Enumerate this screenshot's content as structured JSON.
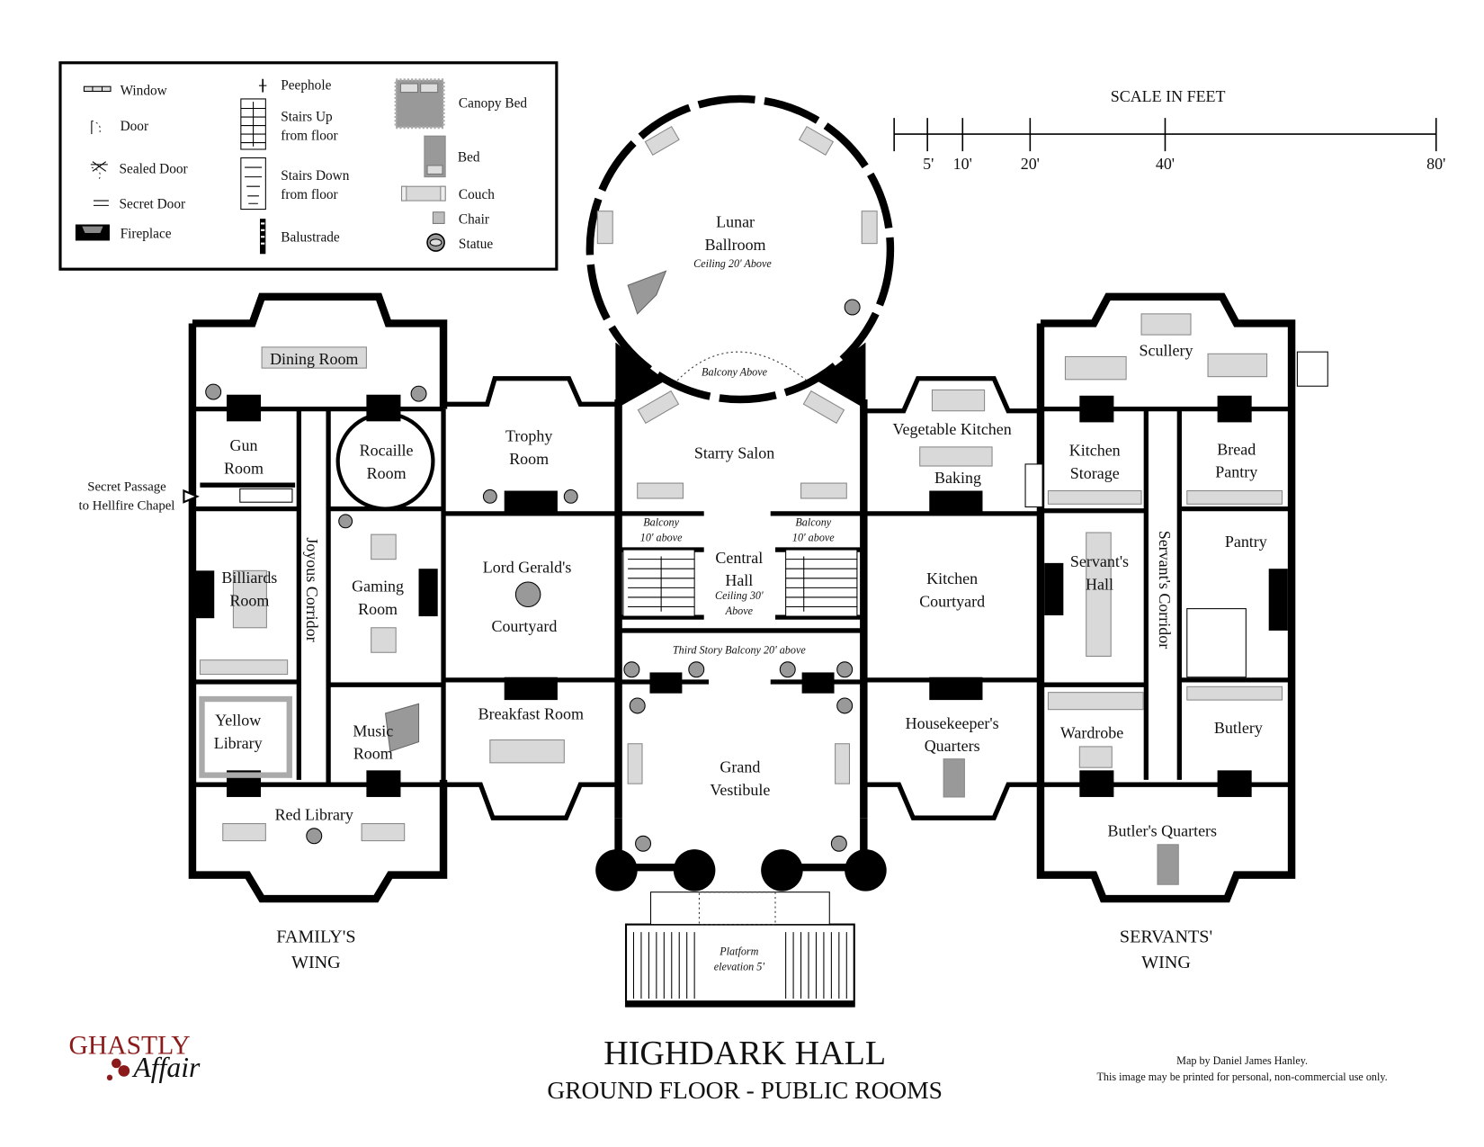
{
  "legend": {
    "items": [
      "Window",
      "Door",
      "Sealed Door",
      "Secret Door",
      "Fireplace",
      "Peephole",
      "Stairs Up",
      "from floor",
      "Stairs Down",
      "from floor",
      "Balustrade",
      "Canopy Bed",
      "Bed",
      "Couch",
      "Chair",
      "Statue"
    ]
  },
  "scale": {
    "title": "SCALE IN FEET",
    "ticks": [
      "5'",
      "10'",
      "20'",
      "40'",
      "80'"
    ]
  },
  "rooms": {
    "dining": "Dining Room",
    "gun": [
      "Gun",
      "Room"
    ],
    "rocaille": [
      "Rocaille",
      "Room"
    ],
    "trophy": [
      "Trophy",
      "Room"
    ],
    "courtyard": [
      "Lord Gerald's",
      "Courtyard"
    ],
    "billiards": [
      "Billiards",
      "Room"
    ],
    "gaming": [
      "Gaming",
      "Room"
    ],
    "joyous": "Joyous Corridor",
    "yellow": [
      "Yellow",
      "Library"
    ],
    "music": [
      "Music",
      "Room"
    ],
    "red": "Red Library",
    "breakfast": "Breakfast Room",
    "ballroom": [
      "Lunar",
      "Ballroom"
    ],
    "ballroom_note": "Ceiling 20' Above",
    "balcony_above": "Balcony Above",
    "starry": "Starry Salon",
    "balcony_left": [
      "Balcony",
      "10' above"
    ],
    "balcony_right": [
      "Balcony",
      "10' above"
    ],
    "central": [
      "Central",
      "Hall"
    ],
    "central_note": [
      "Ceiling 30'",
      "Above"
    ],
    "third_balcony": "Third Story Balcony 20' above",
    "vestibule": [
      "Grand",
      "Vestibule"
    ],
    "platform": [
      "Platform",
      "elevation 5'"
    ],
    "veg": "Vegetable Kitchen",
    "baking": "Baking",
    "kstorage": [
      "Kitchen",
      "Storage"
    ],
    "bread": [
      "Bread",
      "Pantry"
    ],
    "scullery": "Scullery",
    "pantry": "Pantry",
    "servhall": [
      "Servant's",
      "Hall"
    ],
    "servcorr": "Servant's Corridor",
    "kcourt": [
      "Kitchen",
      "Courtyard"
    ],
    "housekeeper": [
      "Housekeeper's",
      "Quarters"
    ],
    "wardrobe": "Wardrobe",
    "butlery": "Butlery",
    "butlerq": "Butler's Quarters"
  },
  "annotations": {
    "secret_passage": [
      "Secret Passage",
      "to Hellfire Chapel"
    ],
    "family_wing": [
      "FAMILY'S",
      "WING"
    ],
    "servants_wing": [
      "SERVANTS'",
      "WING"
    ]
  },
  "title": {
    "main": "HIGHDARK HALL",
    "sub": "GROUND FLOOR - PUBLIC ROOMS"
  },
  "logo": {
    "line1": "GHASTLY",
    "line2": "Affair",
    "color": "#8b1a1a"
  },
  "credits": [
    "Map by Daniel James Hanley.",
    "This image may be printed for personal, non-commercial use only."
  ]
}
